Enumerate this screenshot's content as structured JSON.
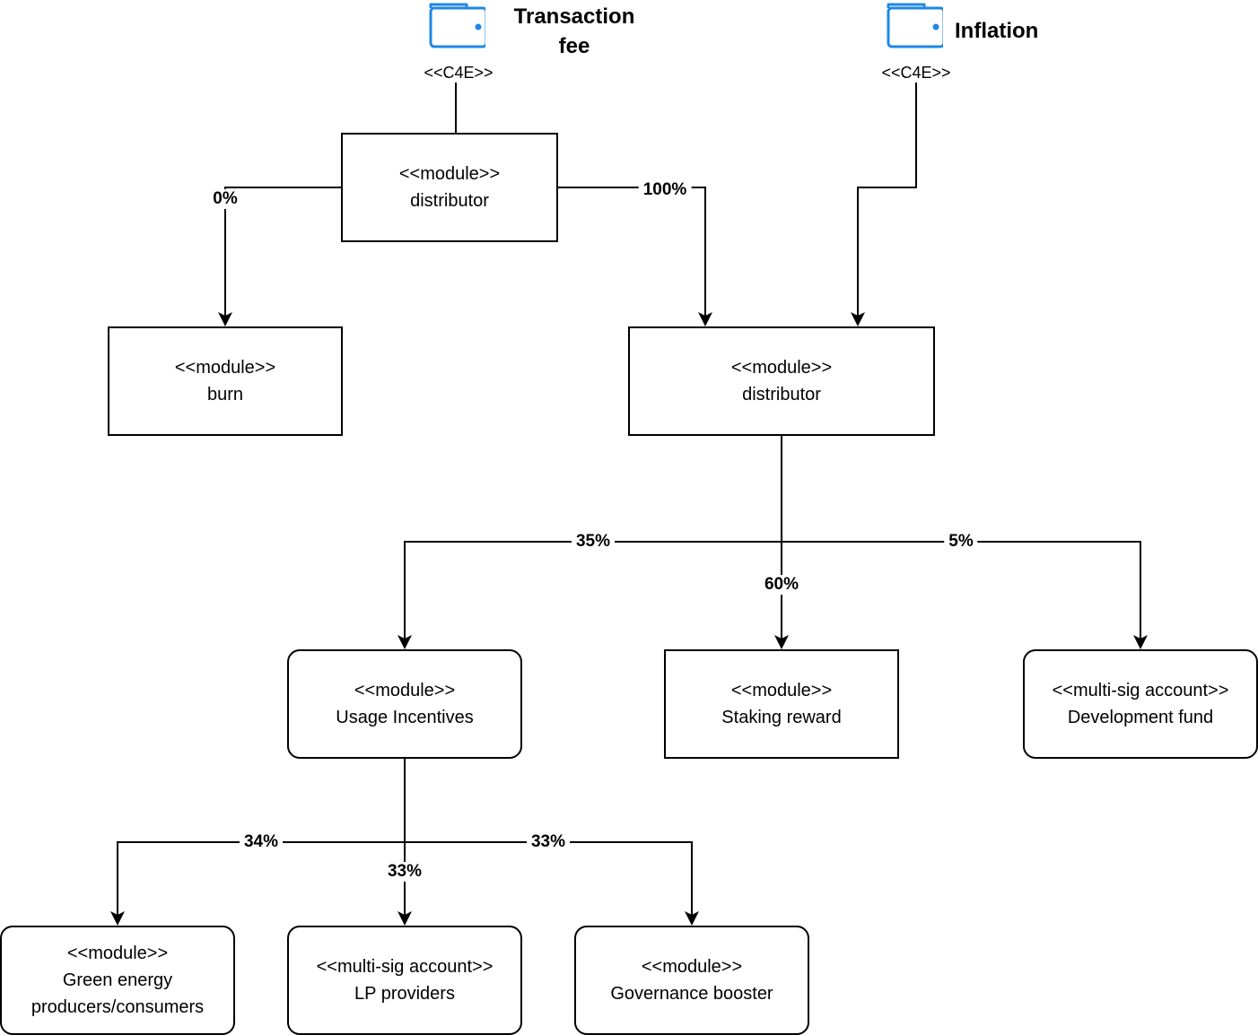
{
  "sources": {
    "transaction_fee": {
      "title": "Transaction fee",
      "stereotype": "<<C4E>>",
      "icon": "wallet-icon"
    },
    "inflation": {
      "title": "Inflation",
      "stereotype": "<<C4E>>",
      "icon": "wallet-icon"
    }
  },
  "nodes": {
    "distributor_top": {
      "stereotype": "<<module>>",
      "name": "distributor"
    },
    "burn": {
      "stereotype": "<<module>>",
      "name": "burn"
    },
    "distributor_main": {
      "stereotype": "<<module>>",
      "name": "distributor"
    },
    "usage_incentives": {
      "stereotype": "<<module>>",
      "name": "Usage Incentives"
    },
    "staking_reward": {
      "stereotype": "<<module>>",
      "name": "Staking reward"
    },
    "development_fund": {
      "stereotype": "<<multi-sig account>>",
      "name": "Development fund"
    },
    "green_energy": {
      "stereotype": "<<module>>",
      "name_line1": "Green energy",
      "name_line2": "producers/consumers"
    },
    "lp_providers": {
      "stereotype": "<<multi-sig account>>",
      "name": "LP providers"
    },
    "governance_booster": {
      "stereotype": "<<module>>",
      "name": "Governance booster"
    }
  },
  "edges": {
    "to_burn": "0%",
    "to_main_distributor": "100%",
    "to_usage_incentives": "35%",
    "to_staking_reward": "60%",
    "to_development_fund": "5%",
    "to_green_energy": "34%",
    "to_lp_providers": "33%",
    "to_governance_booster": "33%"
  },
  "colors": {
    "icon": "#1E88E5",
    "line": "#000000",
    "border": "#000000"
  }
}
